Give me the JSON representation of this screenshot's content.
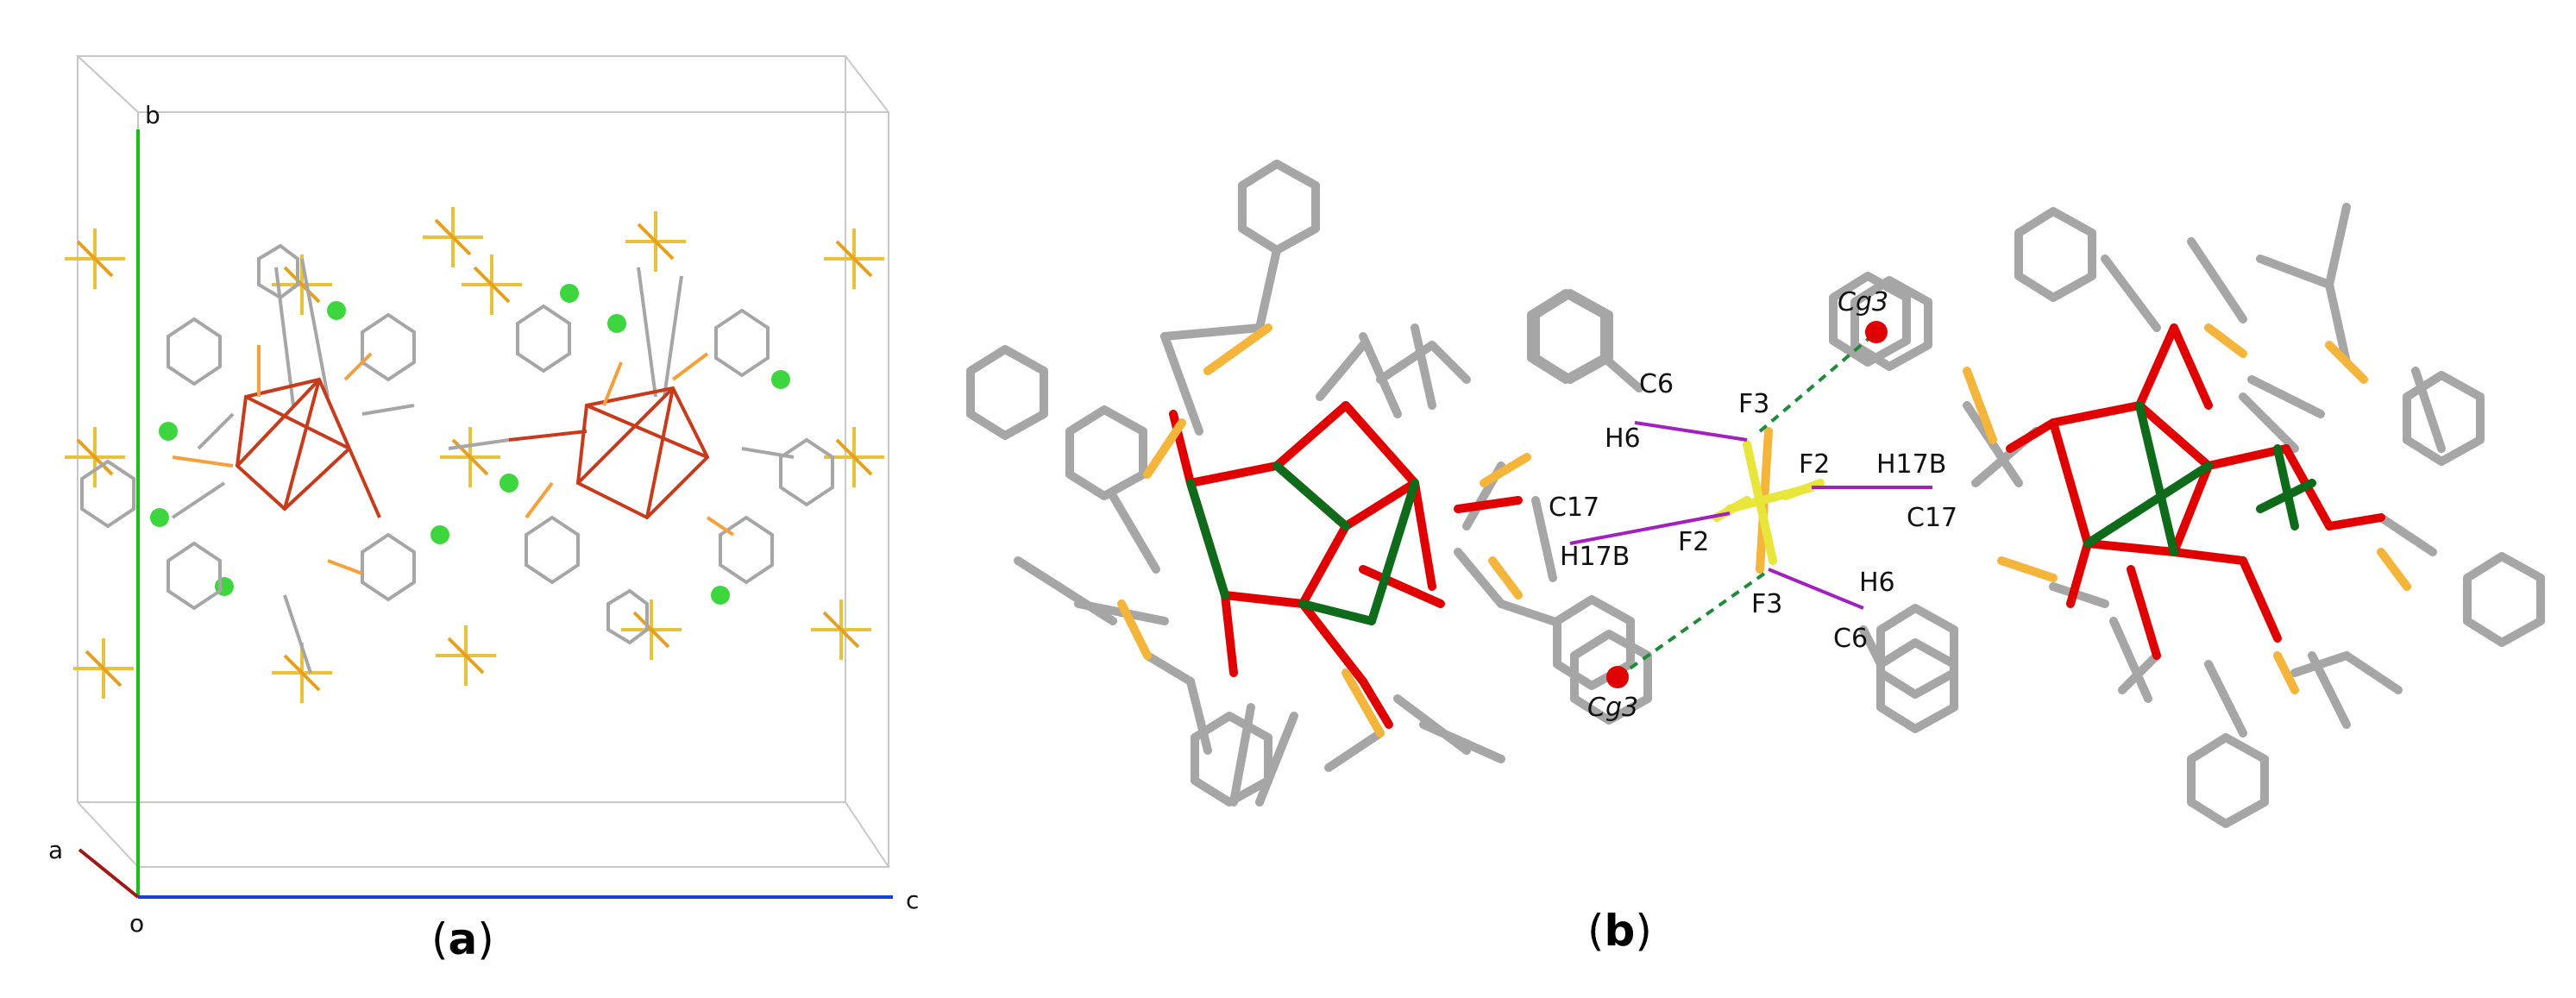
{
  "panels": {
    "a": {
      "label_open": "(",
      "label_letter": "a",
      "label_close": ")"
    },
    "b": {
      "label_open": "(",
      "label_letter": "b",
      "label_close": ")"
    }
  },
  "axes": {
    "a": "a",
    "b": "b",
    "c": "c",
    "origin": "o"
  },
  "atom_labels": {
    "c6": "C6",
    "h6": "H6",
    "f3": "F3",
    "f2": "F2",
    "h17b": "H17B",
    "c17": "C17",
    "cg3": "Cg3"
  },
  "colors": {
    "carbon": "#a6a6a6",
    "oxygen": "#e00000",
    "phosphorus": "#f5b43a",
    "metal": "#0d6b1a",
    "fluorine": "#e8e63a",
    "chloride": "#3ed63e",
    "hbond": "#a020c0",
    "pi_contact": "#1f8a3a",
    "axis_a": "#a01818",
    "axis_b": "#18c018",
    "axis_c": "#1840d8"
  }
}
